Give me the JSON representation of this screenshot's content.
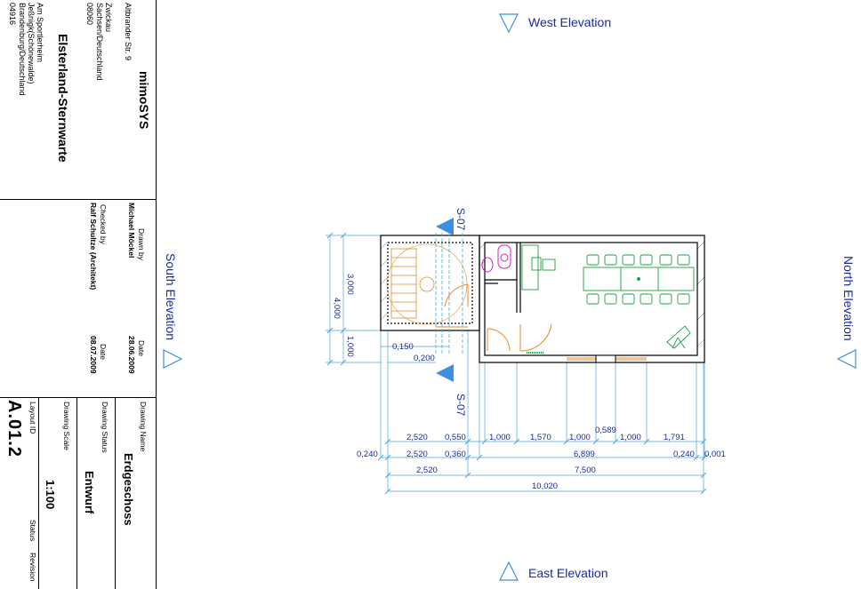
{
  "title_block": {
    "company": {
      "name": "mimoSYS",
      "street": "Altbrander Str. 9",
      "city": "Zwickau",
      "region": "Sachsen/Deutschland",
      "zip": "08060"
    },
    "project": {
      "name": "Elsterland-Sternwarte",
      "address1": "Am Sportlerheim",
      "address2": "Jeßnigk(Schönewalde)",
      "address3": "Brandenburg/Deutschland",
      "zip": "04916"
    },
    "drawn_by_label": "Drawn by",
    "drawn_by": "Michael Möckel",
    "drawn_date_label": "Date",
    "drawn_date": "28.06.2009",
    "checked_by_label": "Checked by",
    "checked_by": "Ralf Schultze (Architekt)",
    "checked_date_label": "Date",
    "checked_date": "08.07.2009",
    "drawing_name_label": "Drawing Name",
    "drawing_name": "Erdgeschoss",
    "drawing_status_label": "Drawing Status",
    "drawing_status": "Entwurf",
    "drawing_scale_label": "Drawing Scale",
    "drawing_scale": "1:100",
    "layout_id_label": "Layout ID",
    "layout_id": "A.01.2",
    "status_label": "Status",
    "revision_label": "Revision"
  },
  "elevations": {
    "west": "West Elevation",
    "east": "East Elevation",
    "south": "South Elevation",
    "north": "North Elevation"
  },
  "section_markers": {
    "top": "S-07",
    "bottom": "S-07"
  },
  "dimensions": {
    "vertical_total": "4,000",
    "vertical_upper": "3,000",
    "vertical_lower": "1,000",
    "wall_a": "0,150",
    "wall_b": "0,200",
    "row1": [
      "2,520",
      "0,550",
      "1,000",
      "1,570",
      "1,000",
      "0,589",
      "1,000",
      "1,791"
    ],
    "row2": [
      "0,240",
      "2,520",
      "0,360",
      "6,899",
      "0,240",
      "0,001"
    ],
    "row3": [
      "2,520",
      "7,500"
    ],
    "row4": "10,020"
  },
  "colors": {
    "elevation_text": "#1a2aa0",
    "marker_fill": "#3a8fe0",
    "dimension": "#4aa8d8",
    "wall": "#000000",
    "furniture": "#1aa040",
    "stair": "#e08a30",
    "sanitary": "#d020c0"
  }
}
